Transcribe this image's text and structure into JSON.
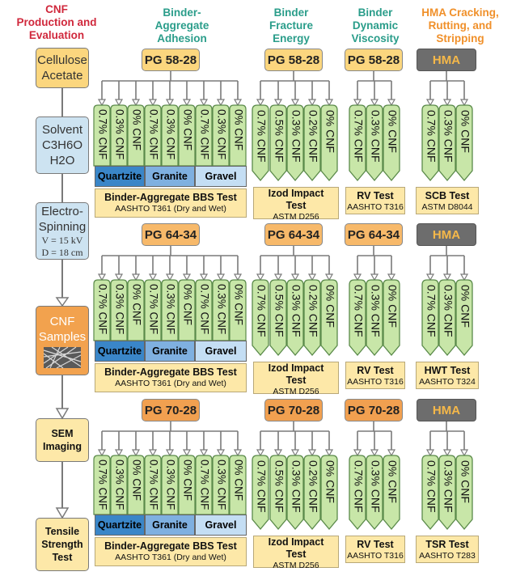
{
  "headers": {
    "col1": "CNF\nProduction and\nEvaluation",
    "col2": "Binder-\nAggregate\nAdhesion",
    "col3": "Binder\nFracture\nEnergy",
    "col4": "Binder\nDynamic\nViscosity",
    "col5": "HMA Cracking,\nRutting, and\nStripping"
  },
  "steps": {
    "cellulose": "Cellulose\nAcetate",
    "solvent_title": "Solvent",
    "solvent_formula": "C3H6O\nH2O",
    "electro": "Electro-\nSpinning",
    "electro_params": "V = 15 kV\nD = 18 cm",
    "cnf_samples": "CNF\nSamples",
    "sem": "SEM\nImaging",
    "tensile": "Tensile\nStrength\nTest"
  },
  "grades": [
    "PG 58-28",
    "PG 64-34",
    "PG 70-28"
  ],
  "hma_label": "HMA",
  "aggregates": [
    "Quartzite",
    "Granite",
    "Gravel"
  ],
  "adhesion_pills": [
    "0.7% CNF",
    "0.3% CNF",
    "0% CNF"
  ],
  "fracture_pills": [
    "0.7% CNF",
    "0.5% CNF",
    "0.3% CNF",
    "0.2% CNF",
    "0% CNF"
  ],
  "viscosity_pills": [
    "0.7% CNF",
    "0.3% CNF",
    "0% CNF"
  ],
  "hma_pills": [
    "0.7% CNF",
    "0.3% CNF",
    "0% CNF"
  ],
  "tests": {
    "bbs_title": "Binder-Aggregate BBS Test",
    "bbs_std": "AASHTO T361 (Dry and Wet)",
    "izod_title": "Izod Impact\nTest",
    "izod_std": "ASTM D256",
    "rv_title": "RV Test",
    "rv_std": "AASHTO T316",
    "hma_tests": [
      {
        "title": "SCB Test",
        "std": "ASTM D8044"
      },
      {
        "title": "HWT Test",
        "std": "AASHTO T324"
      },
      {
        "title": "TSR Test",
        "std": "AASHTO T283"
      }
    ]
  },
  "colors": {
    "pill_fill": "#c8e6a8",
    "pill_stroke": "#5a8a4a",
    "quartzite": "#3a86c8",
    "granite": "#7fb0e0",
    "gravel": "#c4def4",
    "step_yellow": "#fbd67e",
    "step_blue": "#cde3f1",
    "step_orange": "#f2a24e",
    "step_light": "#fde8a8"
  }
}
